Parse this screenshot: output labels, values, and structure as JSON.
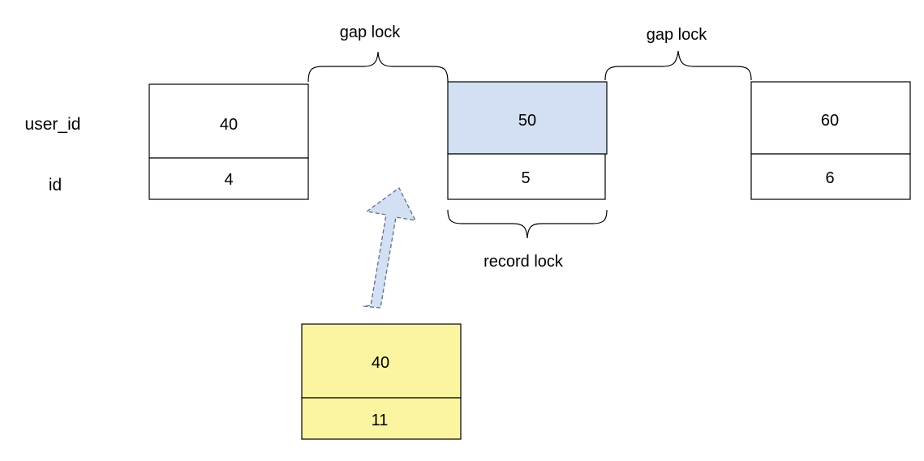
{
  "row_labels": {
    "user_id": "user_id",
    "id": "id"
  },
  "records": [
    {
      "user_id": "40",
      "id": "4"
    },
    {
      "user_id": "50",
      "id": "5"
    },
    {
      "user_id": "60",
      "id": "6"
    }
  ],
  "inserted_record": {
    "user_id": "40",
    "id": "11"
  },
  "annotations": {
    "gap_lock_left": "gap lock",
    "gap_lock_right": "gap lock",
    "record_lock": "record lock"
  },
  "colors": {
    "locked_record_fill": "#d3e0f3",
    "inserted_record_fill": "#fbf5a1",
    "arrow_fill": "#d3e0f3",
    "arrow_stroke": "#5a6f8c",
    "border": "#000000"
  }
}
